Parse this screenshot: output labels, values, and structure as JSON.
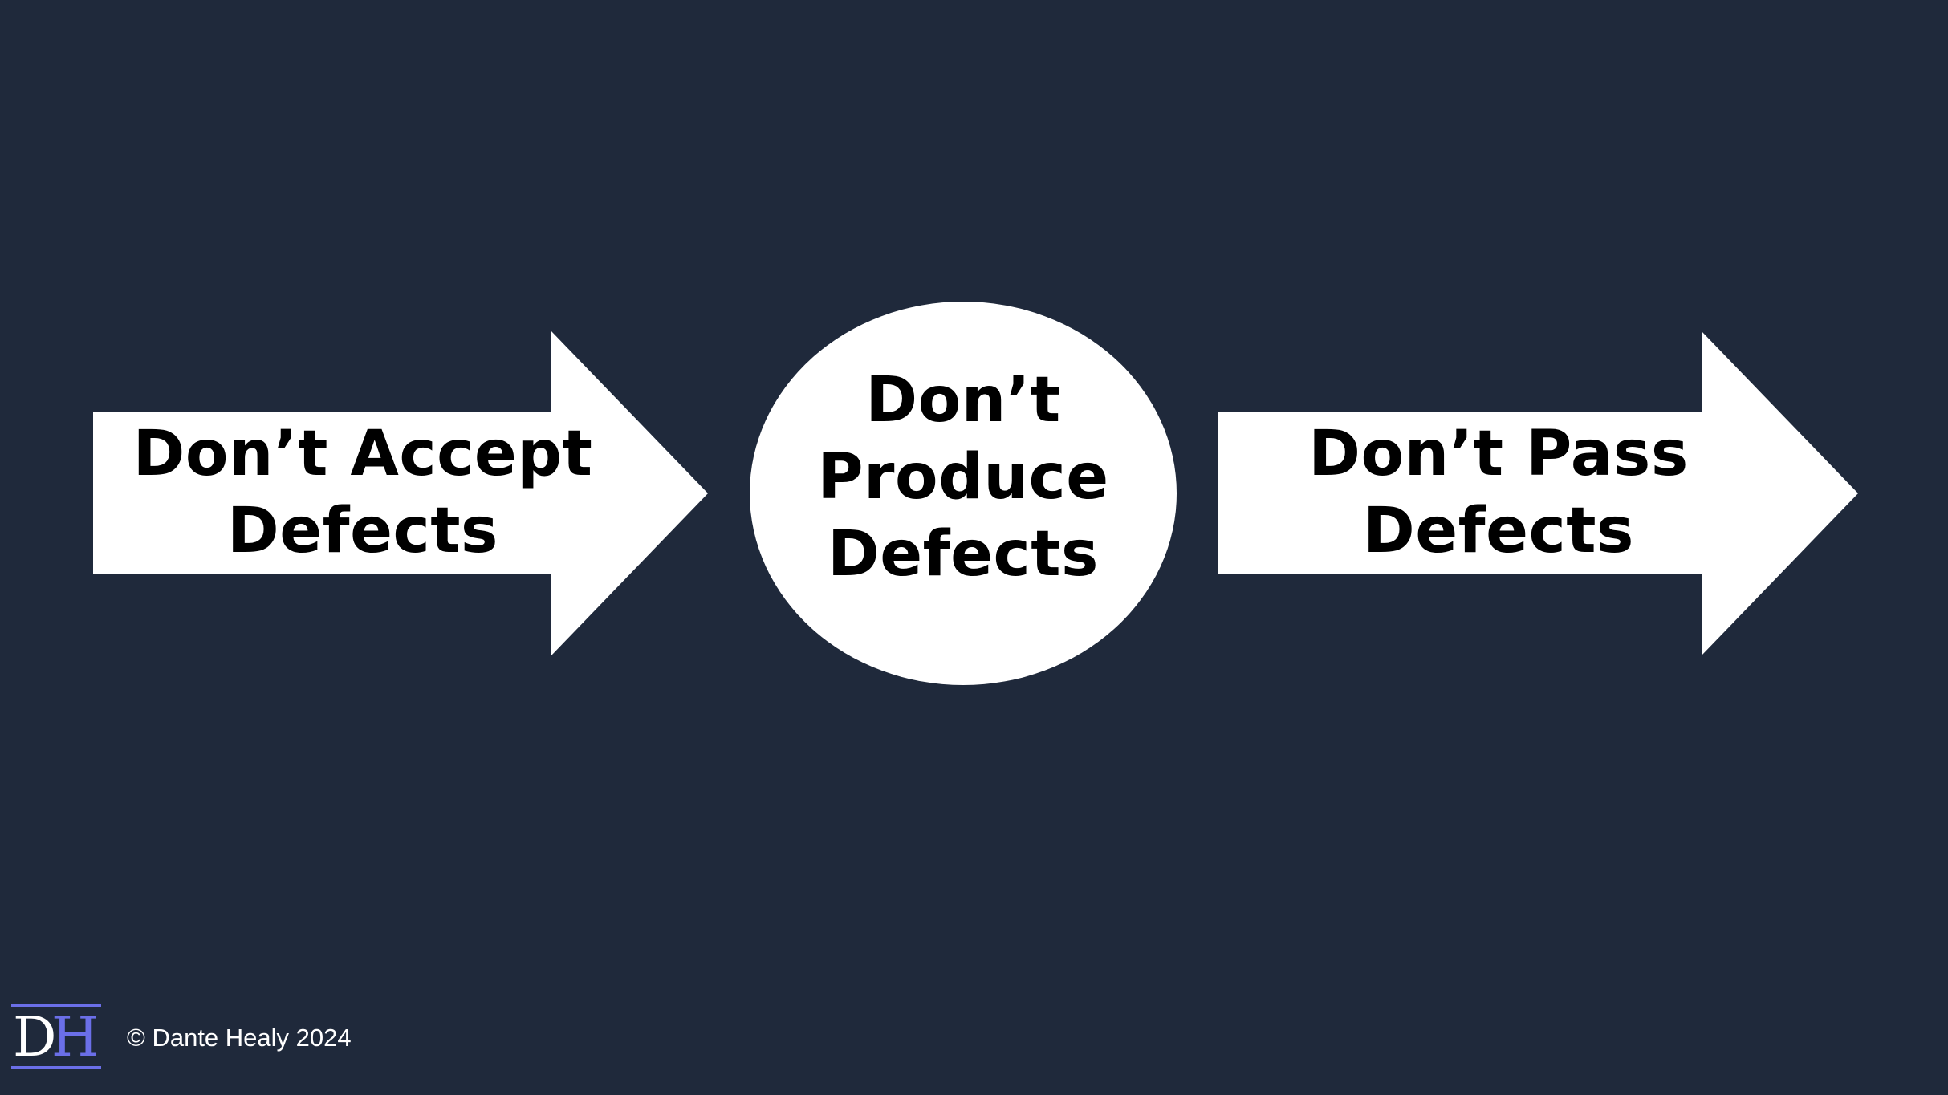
{
  "colors": {
    "background": "#1f293b",
    "shape_fill": "#ffffff",
    "text": "#000000",
    "logo_accent": "#6b6fe8",
    "logo_letter": "#ffffff",
    "footer_text": "#ffffff"
  },
  "diagram": {
    "left_arrow": {
      "line1": "Don’t Accept",
      "line2": "Defects"
    },
    "center_circle": {
      "line1": "Don’t",
      "line2": "Produce",
      "line3": "Defects"
    },
    "right_arrow": {
      "line1": "Don’t Pass",
      "line2": "Defects"
    }
  },
  "footer": {
    "logo": {
      "letter1": "D",
      "letter2": "H"
    },
    "copyright": "© Dante Healy 2024"
  }
}
